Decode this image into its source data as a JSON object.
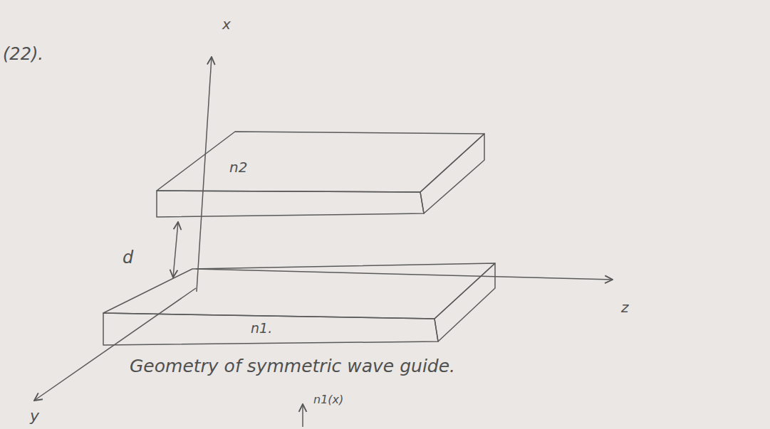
{
  "diagram": {
    "caption": "Geometry of symmetric wave guide.",
    "nodes": [
      {
        "text": [
          "n2"
        ]
      },
      {
        "text": [
          "n1."
        ]
      }
    ],
    "labels": [
      "(22).",
      "x",
      "z",
      "y",
      "d",
      "n1(x)"
    ]
  }
}
